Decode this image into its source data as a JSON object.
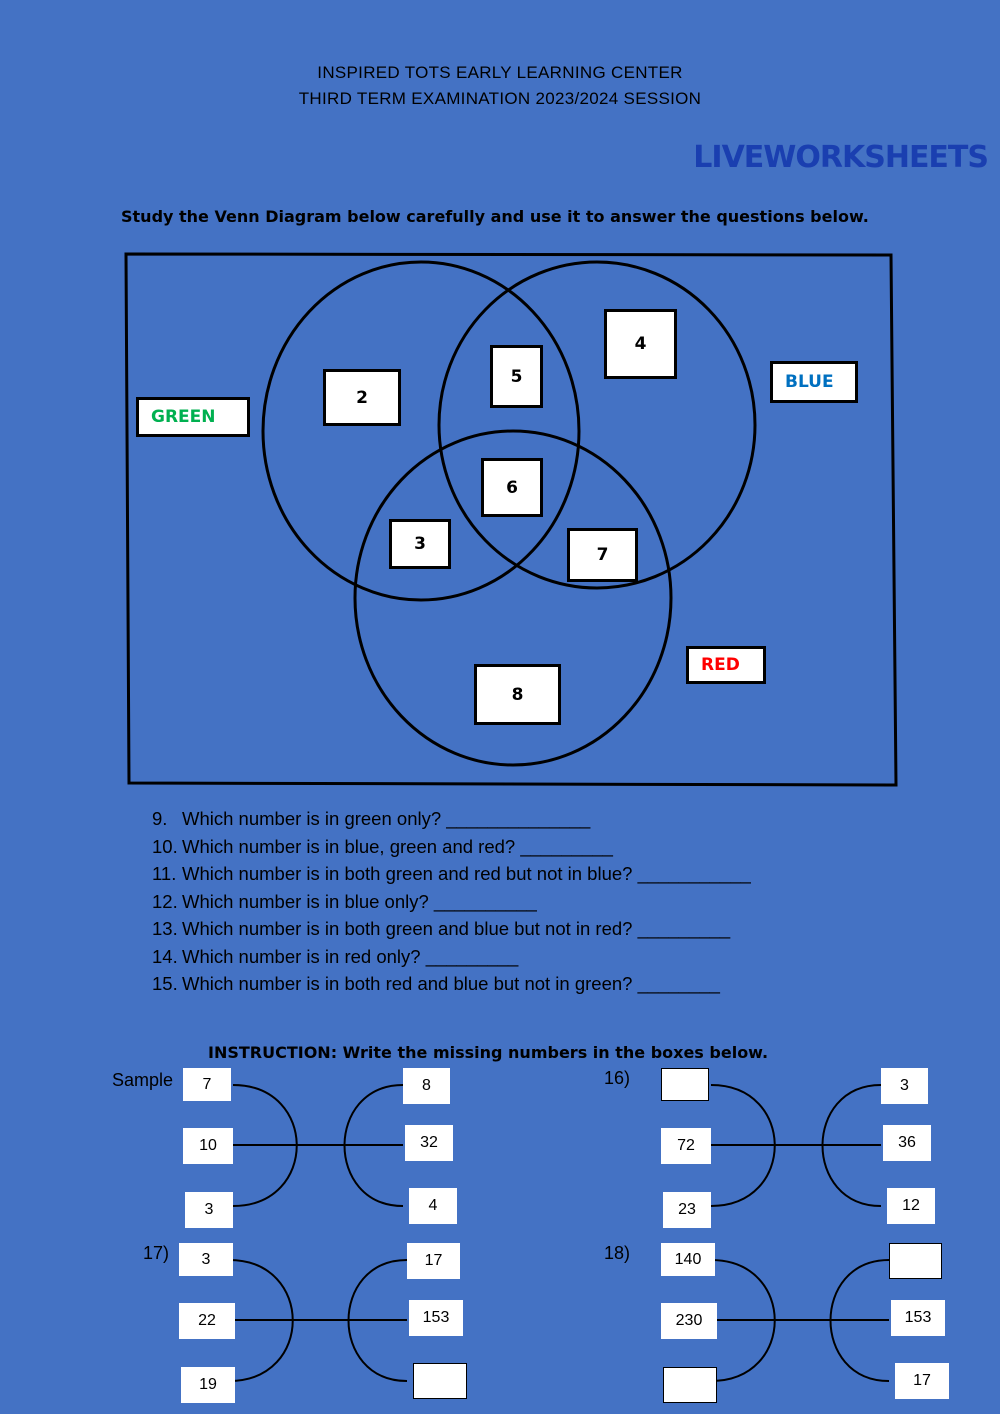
{
  "header": {
    "school": "INSPIRED TOTS EARLY LEARNING CENTER",
    "exam": "THIRD TERM EXAMINATION 2023/2024 SESSION"
  },
  "venn": {
    "instruction": "Study the Venn Diagram below carefully and use it to answer the questions below.",
    "labels": {
      "green": "GREEN",
      "blue": "BLUE",
      "red": "RED"
    },
    "colors": {
      "green": "#00b050",
      "blue": "#0070c0",
      "red": "#ff0000"
    },
    "numbers": {
      "green_only": "2",
      "green_blue": "5",
      "blue_only": "4",
      "all": "6",
      "green_red": "3",
      "blue_red": "7",
      "red_only": "8"
    }
  },
  "questions": [
    {
      "num": "9.",
      "text": "Which number is in green only? ______________"
    },
    {
      "num": "10.",
      "text": "Which number is in blue, green and red? _________"
    },
    {
      "num": "11.",
      "text": "Which number is in both green and red but not in blue? ___________"
    },
    {
      "num": "12.",
      "text": "Which number is in blue only? __________"
    },
    {
      "num": "13.",
      "text": "Which number is in both green and blue but not in red? _________"
    },
    {
      "num": "14.",
      "text": "Which number is in red only? _________"
    },
    {
      "num": "15.",
      "text": "Which number is in both red and blue but not in green? ________"
    }
  ],
  "puzzles": {
    "instruction": "INSTRUCTION: Write the missing numbers in the boxes below.",
    "items": [
      {
        "label": "Sample",
        "left": [
          "7",
          "10",
          "3"
        ],
        "right": [
          "8",
          "32",
          "4"
        ]
      },
      {
        "label": "16)",
        "left": [
          "",
          "72",
          "23"
        ],
        "right": [
          "3",
          "36",
          "12"
        ]
      },
      {
        "label": "17)",
        "left": [
          "3",
          "22",
          "19"
        ],
        "right": [
          "17",
          "153",
          ""
        ]
      },
      {
        "label": "18)",
        "left": [
          "140",
          "230",
          ""
        ],
        "right": [
          "",
          "153",
          "17"
        ]
      }
    ]
  },
  "watermark": "LIVEWORKSHEETS"
}
